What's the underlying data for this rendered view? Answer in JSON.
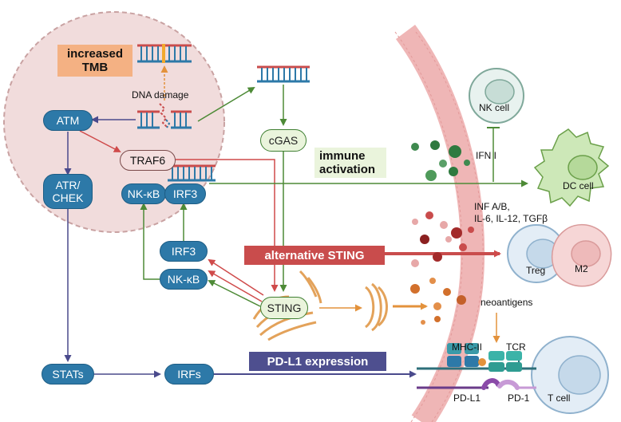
{
  "labels": {
    "increased_tmb": "increased\nTMB",
    "dna_damage": "DNA damage",
    "atm": "ATM",
    "traf6": "TRAF6",
    "nfkb": "NK-κB",
    "irf3": "IRF3",
    "atr_chek": "ATR/\nCHEK",
    "cgas": "cGAS",
    "immune_activation": "immune\nactivation",
    "ifn": "IFN I",
    "nk_cell": "NK cell",
    "dc_cell": "DC cell",
    "cytokines": "INF A/B,\nIL-6, IL-12, TGFβ",
    "alternative_sting": "alternative STING",
    "treg": "Treg",
    "m2": "M2",
    "irf3_lower": "IRF3",
    "nfkb_lower": "NK-κB",
    "sting": "STING",
    "neoantigens": "neoantigens",
    "mhc2": "MHC-II",
    "tcr": "TCR",
    "pdl1_expression": "PD-L1 expression",
    "stats": "STATs",
    "irfs": "IRFs",
    "pdl1": "PD-L1",
    "pd1": "PD-1",
    "tcell": "T cell"
  },
  "colors": {
    "nucleus_fill": "#f1dcdc",
    "nucleus_stroke": "#c9a2a2",
    "blue_node": "#2d79a8",
    "green_arrow": "#4d8a36",
    "red_arrow": "#cf4a4a",
    "purple_arrow": "#4a4a8c",
    "orange_arrow": "#e3923c",
    "tmb_bg": "#f4b183",
    "alt_sting_bg": "#c94c4c",
    "pdl1_bg": "#4e4f8f",
    "membrane": "#efb6b6"
  }
}
